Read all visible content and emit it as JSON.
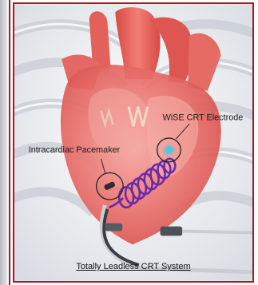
{
  "labels": {
    "electrode": "WiSE CRT Electrode",
    "pacemaker": "Intracardiac Pacemaker"
  },
  "caption": "Totally Leadless CRT System",
  "colors": {
    "frame": "#a01c22",
    "heart": "#e86a6a",
    "coil": "#6a2aa8",
    "electrode": "#54c6d8"
  }
}
